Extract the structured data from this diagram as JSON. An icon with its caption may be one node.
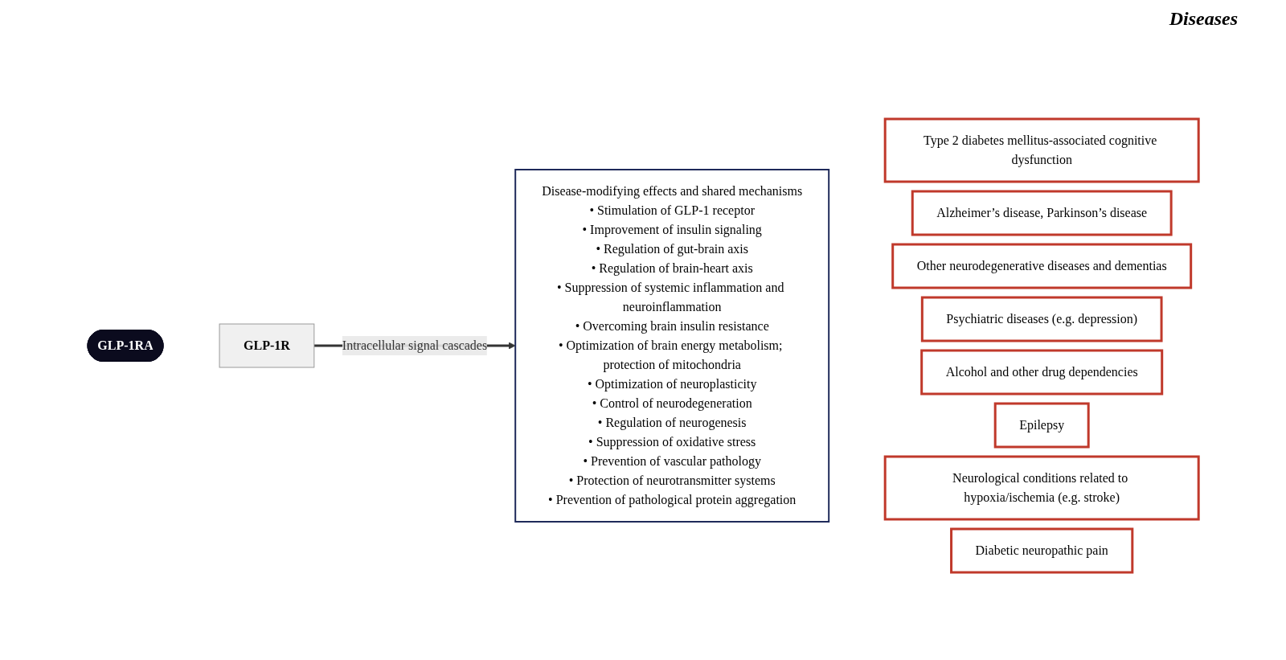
{
  "diagram": {
    "nodes": [
      {
        "text": [
          "GLP-1RA"
        ]
      },
      {
        "text": [
          "GLP-1R"
        ]
      },
      {
        "text": [
          "Disease-modifying effects and shared mechanisms",
          "• Stimulation of GLP-1 receptor",
          "• Improvement of insulin signaling",
          "• Regulation of gut-brain axis",
          "• Regulation of brain-heart axis",
          "• Suppression of systemic inflammation and neuroinflammation",
          "• Overcoming brain insulin resistance",
          "• Optimization of brain energy metabolism; protection of mitochondria",
          "• Optimization of neuroplasticity",
          "• Control of neurodegeneration",
          "• Regulation of neurogenesis",
          "• Suppression of oxidative stress",
          "• Prevention of vascular pathology",
          "• Protection of neurotransmitter systems",
          "• Prevention of pathological protein aggregation"
        ]
      },
      {
        "text": [
          "Type 2 diabetes mellitus-associated cognitive dysfunction"
        ]
      },
      {
        "text": [
          "Alzheimer’s disease, Parkinson’s disease"
        ]
      },
      {
        "text": [
          "Other neurodegenerative diseases and dementias"
        ]
      },
      {
        "text": [
          "Psychiatric diseases (e.g. depression)"
        ]
      },
      {
        "text": [
          "Alcohol and other drug dependencies"
        ]
      },
      {
        "text": [
          "Epilepsy"
        ]
      },
      {
        "text": [
          "Neurological conditions related to hypoxia/ischemia (e.g. stroke)"
        ]
      },
      {
        "text": [
          "Diabetic neuropathic pain"
        ]
      }
    ],
    "edges": [
      {
        "from": 1,
        "to": 2,
        "arrow": "to",
        "label": "Intracellular signal cascades"
      }
    ],
    "labels": [
      "Diseases"
    ]
  }
}
